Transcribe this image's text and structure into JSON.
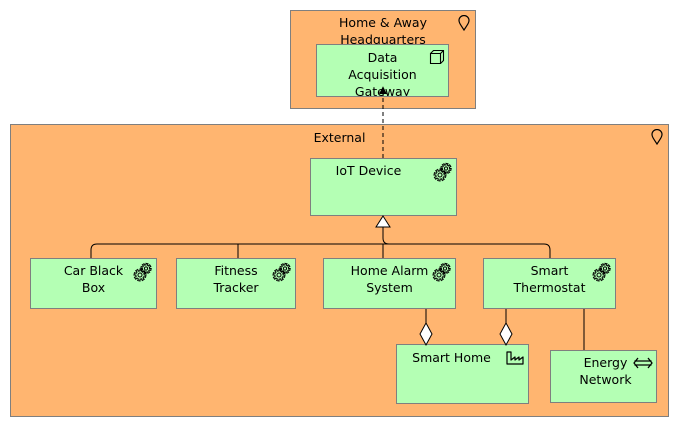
{
  "locations": {
    "hq": {
      "label": "Home & Away\nHeadquarters",
      "icon": "location-pin-icon"
    },
    "external": {
      "label": "External",
      "icon": "location-pin-icon"
    }
  },
  "nodes": {
    "gateway": {
      "label": "Data\nAcquisition\nGateway",
      "icon": "node-cube-icon"
    },
    "iot": {
      "label": "IoT Device",
      "icon": "gears-icon"
    },
    "car": {
      "label": "Car Black\nBox",
      "icon": "gears-icon"
    },
    "fitness": {
      "label": "Fitness\nTracker",
      "icon": "gears-icon"
    },
    "alarm": {
      "label": "Home Alarm\nSystem",
      "icon": "gears-icon"
    },
    "thermostat": {
      "label": "Smart\nThermostat",
      "icon": "gears-icon"
    },
    "smarthome": {
      "label": "Smart Home",
      "icon": "facility-icon"
    },
    "energy": {
      "label": "Energy\nNetwork",
      "icon": "distribution-network-icon"
    }
  },
  "colors": {
    "location_fill": "#ffb570",
    "element_fill": "#b4ffb4",
    "border": "#7f7f7f",
    "line": "#000000"
  }
}
